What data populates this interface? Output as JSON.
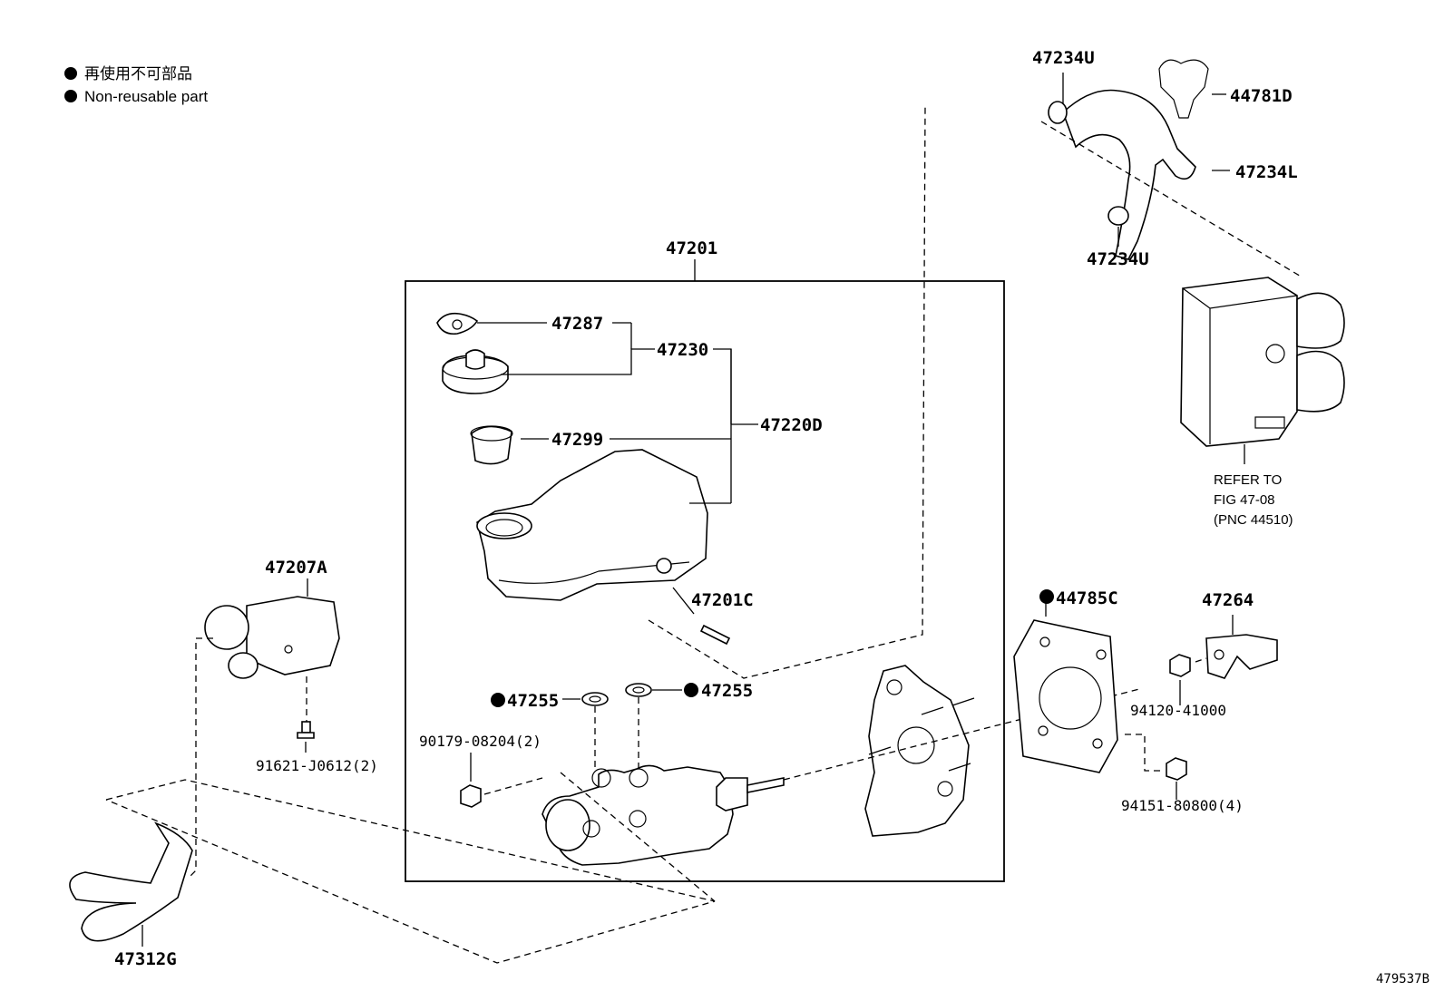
{
  "legend": {
    "line_jp": "再使用不可部品",
    "line_en": "Non-reusable part"
  },
  "figure_number": "479537B",
  "labels": {
    "p47201": "47201",
    "p47287": "47287",
    "p47230": "47230",
    "p47220D": "47220D",
    "p47299": "47299",
    "p47201C": "47201C",
    "p47255_left": "47255",
    "p47255_right": "47255",
    "p90179": "90179-08204(2)",
    "p47207A": "47207A",
    "p91621": "91621-J0612(2)",
    "p47312G": "47312G",
    "p47234U_top": "47234U",
    "p47234U_bottom": "47234U",
    "p44781D": "44781D",
    "p47234L": "47234L",
    "p44785C": "44785C",
    "p47264": "47264",
    "p94120": "94120-41000",
    "p94151": "94151-80800(4)"
  },
  "refer": {
    "line1": "REFER TO",
    "line2": "FIG 47-08",
    "line3": "(PNC 44510)"
  },
  "non_reusable_parts": [
    "47255",
    "47255",
    "44785C"
  ]
}
